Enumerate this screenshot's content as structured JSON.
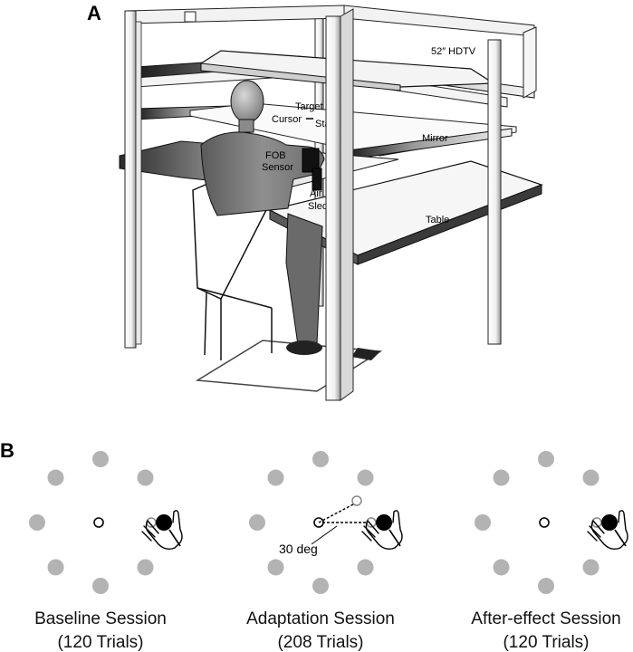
{
  "panel_a": {
    "letter": "A",
    "labels": {
      "tv": "52″ HDTV",
      "target": "Target",
      "cursor": "Cursor",
      "start": "Start",
      "mirror": "Mirror",
      "fob_line1": "FOB",
      "fob_line2": "Sensor",
      "air_line1": "Air",
      "air_line2": "Sled",
      "table": "Table"
    }
  },
  "panel_b": {
    "letter": "B",
    "rotation_label": "30 deg",
    "sessions": [
      {
        "name": "Baseline Session",
        "trials": "(120 Trials)"
      },
      {
        "name": "Adaptation Session",
        "trials": "(208 Trials)"
      },
      {
        "name": "After-effect Session",
        "trials": "(120 Trials)"
      }
    ],
    "colors": {
      "target_dot": "#b3b3b3",
      "hand_dot": "#000000"
    }
  }
}
